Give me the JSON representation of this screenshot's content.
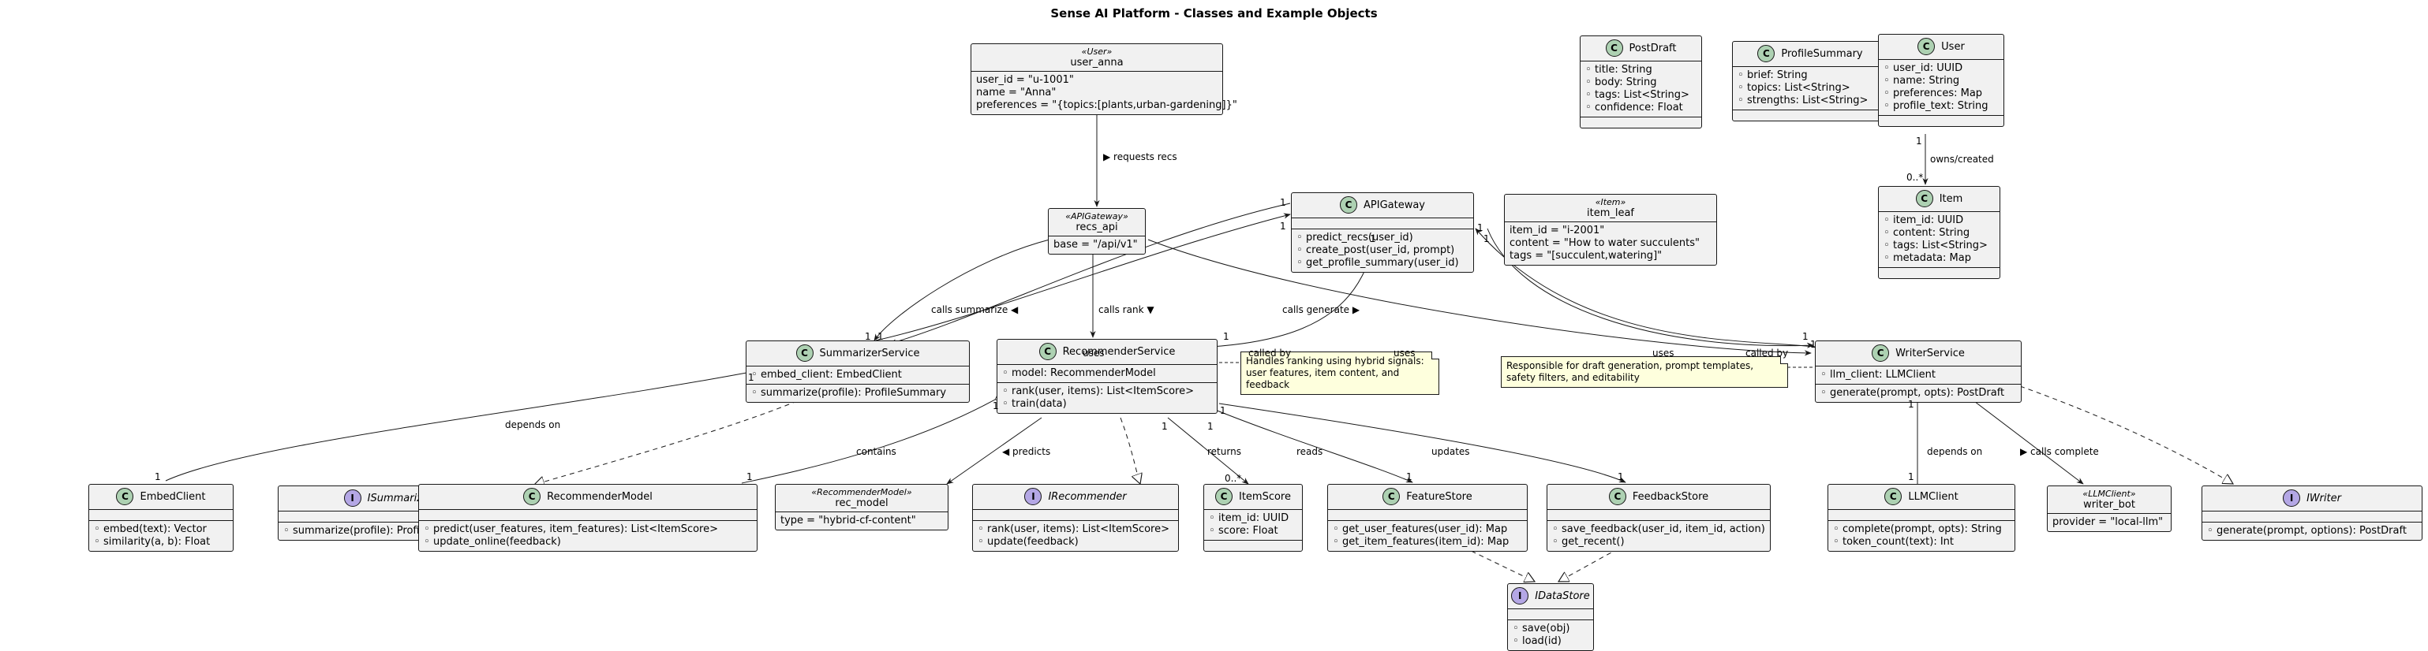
{
  "title": "Sense AI Platform - Classes and Example Objects",
  "classes": {
    "user_anna": {
      "stereotype": "«User»",
      "name": "user_anna",
      "fields": [
        "user_id = \"u-1001\"",
        "name = \"Anna\"",
        "preferences = \"{topics:[plants,urban-gardening]}\""
      ]
    },
    "post_draft": {
      "name": "PostDraft",
      "fields": [
        "title: String",
        "body: String",
        "tags: List<String>",
        "confidence: Float"
      ]
    },
    "profile_summary": {
      "name": "ProfileSummary",
      "fields": [
        "brief: String",
        "topics: List<String>",
        "strengths: List<String>"
      ]
    },
    "user": {
      "name": "User",
      "fields": [
        "user_id: UUID",
        "name: String",
        "preferences: Map",
        "profile_text: String"
      ]
    },
    "item": {
      "name": "Item",
      "fields": [
        "item_id: UUID",
        "content: String",
        "tags: List<String>",
        "metadata: Map"
      ]
    },
    "recs_api": {
      "stereotype": "«APIGateway»",
      "name": "recs_api",
      "fields": [
        "base = \"/api/v1\""
      ]
    },
    "api_gateway": {
      "name": "APIGateway",
      "methods": [
        "predict_recs(user_id)",
        "create_post(user_id, prompt)",
        "get_profile_summary(user_id)"
      ]
    },
    "item_leaf": {
      "stereotype": "«Item»",
      "name": "item_leaf",
      "fields": [
        "item_id = \"i-2001\"",
        "content = \"How to water succulents\"",
        "tags = \"[succulent,watering]\""
      ]
    },
    "summarizer_service": {
      "name": "SummarizerService",
      "fields": [
        "embed_client: EmbedClient"
      ],
      "methods": [
        "summarize(profile): ProfileSummary"
      ]
    },
    "recommender_service": {
      "name": "RecommenderService",
      "fields": [
        "model: RecommenderModel"
      ],
      "methods": [
        "rank(user, items): List<ItemScore>",
        "train(data)"
      ]
    },
    "writer_service": {
      "name": "WriterService",
      "fields": [
        "llm_client: LLMClient"
      ],
      "methods": [
        "generate(prompt, opts): PostDraft"
      ]
    },
    "embed_client": {
      "name": "EmbedClient",
      "methods": [
        "embed(text): Vector",
        "similarity(a, b): Float"
      ]
    },
    "isummarizer": {
      "name": "ISummarizer",
      "methods": [
        "summarize(profile): ProfileSummary"
      ]
    },
    "recommender_model": {
      "name": "RecommenderModel",
      "methods": [
        "predict(user_features, item_features): List<ItemScore>",
        "update_online(feedback)"
      ]
    },
    "rec_model": {
      "stereotype": "«RecommenderModel»",
      "name": "rec_model",
      "fields": [
        "type = \"hybrid-cf-content\""
      ]
    },
    "irecommender": {
      "name": "IRecommender",
      "methods": [
        "rank(user, items): List<ItemScore>",
        "update(feedback)"
      ]
    },
    "item_score": {
      "name": "ItemScore",
      "fields": [
        "item_id: UUID",
        "score: Float"
      ]
    },
    "feature_store": {
      "name": "FeatureStore",
      "methods": [
        "get_user_features(user_id): Map",
        "get_item_features(item_id): Map"
      ]
    },
    "feedback_store": {
      "name": "FeedbackStore",
      "methods": [
        "save_feedback(user_id, item_id, action)",
        "get_recent()"
      ]
    },
    "idatastore": {
      "name": "IDataStore",
      "methods": [
        "save(obj)",
        "load(id)"
      ]
    },
    "llm_client": {
      "name": "LLMClient",
      "methods": [
        "complete(prompt, opts): String",
        "token_count(text): Int"
      ]
    },
    "writer_bot": {
      "stereotype": "«LLMClient»",
      "name": "writer_bot",
      "fields": [
        "provider = \"local-llm\""
      ]
    },
    "iwriter": {
      "name": "IWriter",
      "methods": [
        "generate(prompt, options): PostDraft"
      ]
    }
  },
  "notes": {
    "recommender": [
      "Handles ranking using hybrid signals:",
      "user features, item content, and feedback"
    ],
    "writer": [
      "Responsible for draft generation, prompt templates,",
      "safety filters, and editability"
    ]
  },
  "labels": {
    "requests_recs": "requests recs",
    "calls_summarize": "calls summarize",
    "calls_rank": "calls rank",
    "calls_generate": "calls generate",
    "uses_1": "uses",
    "called_by_1": "called by",
    "uses_2": "uses",
    "uses_3": "uses",
    "called_by_2": "called by",
    "owns_created": "owns/created",
    "depends_on_1": "depends on",
    "contains": "contains",
    "predicts": "predicts",
    "returns": "returns",
    "reads": "reads",
    "updates": "updates",
    "depends_on_2": "depends on",
    "calls_complete": "calls complete"
  },
  "multiplicities": {
    "user_1": "1",
    "item_many": "0..*",
    "gw_sum_1": "1",
    "sum_gw_1": "1",
    "gw_sum_2": "1",
    "sum_gw_2": "1",
    "gw_rec_1": "1",
    "rec_gw_1": "1",
    "gw_wr_1": "1",
    "gw_wr_2": "1",
    "wr_gw_1": "1",
    "wr_gw_2": "1",
    "sum_emb_a": "1",
    "sum_emb_b": "1",
    "rec_model_a": "1",
    "rec_model_b": "1",
    "rec_score_a": "1",
    "rec_score_b": "0..*",
    "rec_fs_a": "1",
    "rec_fs_b": "1",
    "rec_fb_a": "1",
    "rec_fb_b": "1",
    "wr_llm_a": "1",
    "wr_llm_b": "1"
  },
  "icons": {
    "class": "C",
    "interface": "I"
  },
  "colors": {
    "class_badge": "#ADD1B2",
    "interface_badge": "#B4A7E5",
    "box_fill": "#F1F1F1",
    "note_fill": "#FEFFDD",
    "line": "#181818"
  }
}
